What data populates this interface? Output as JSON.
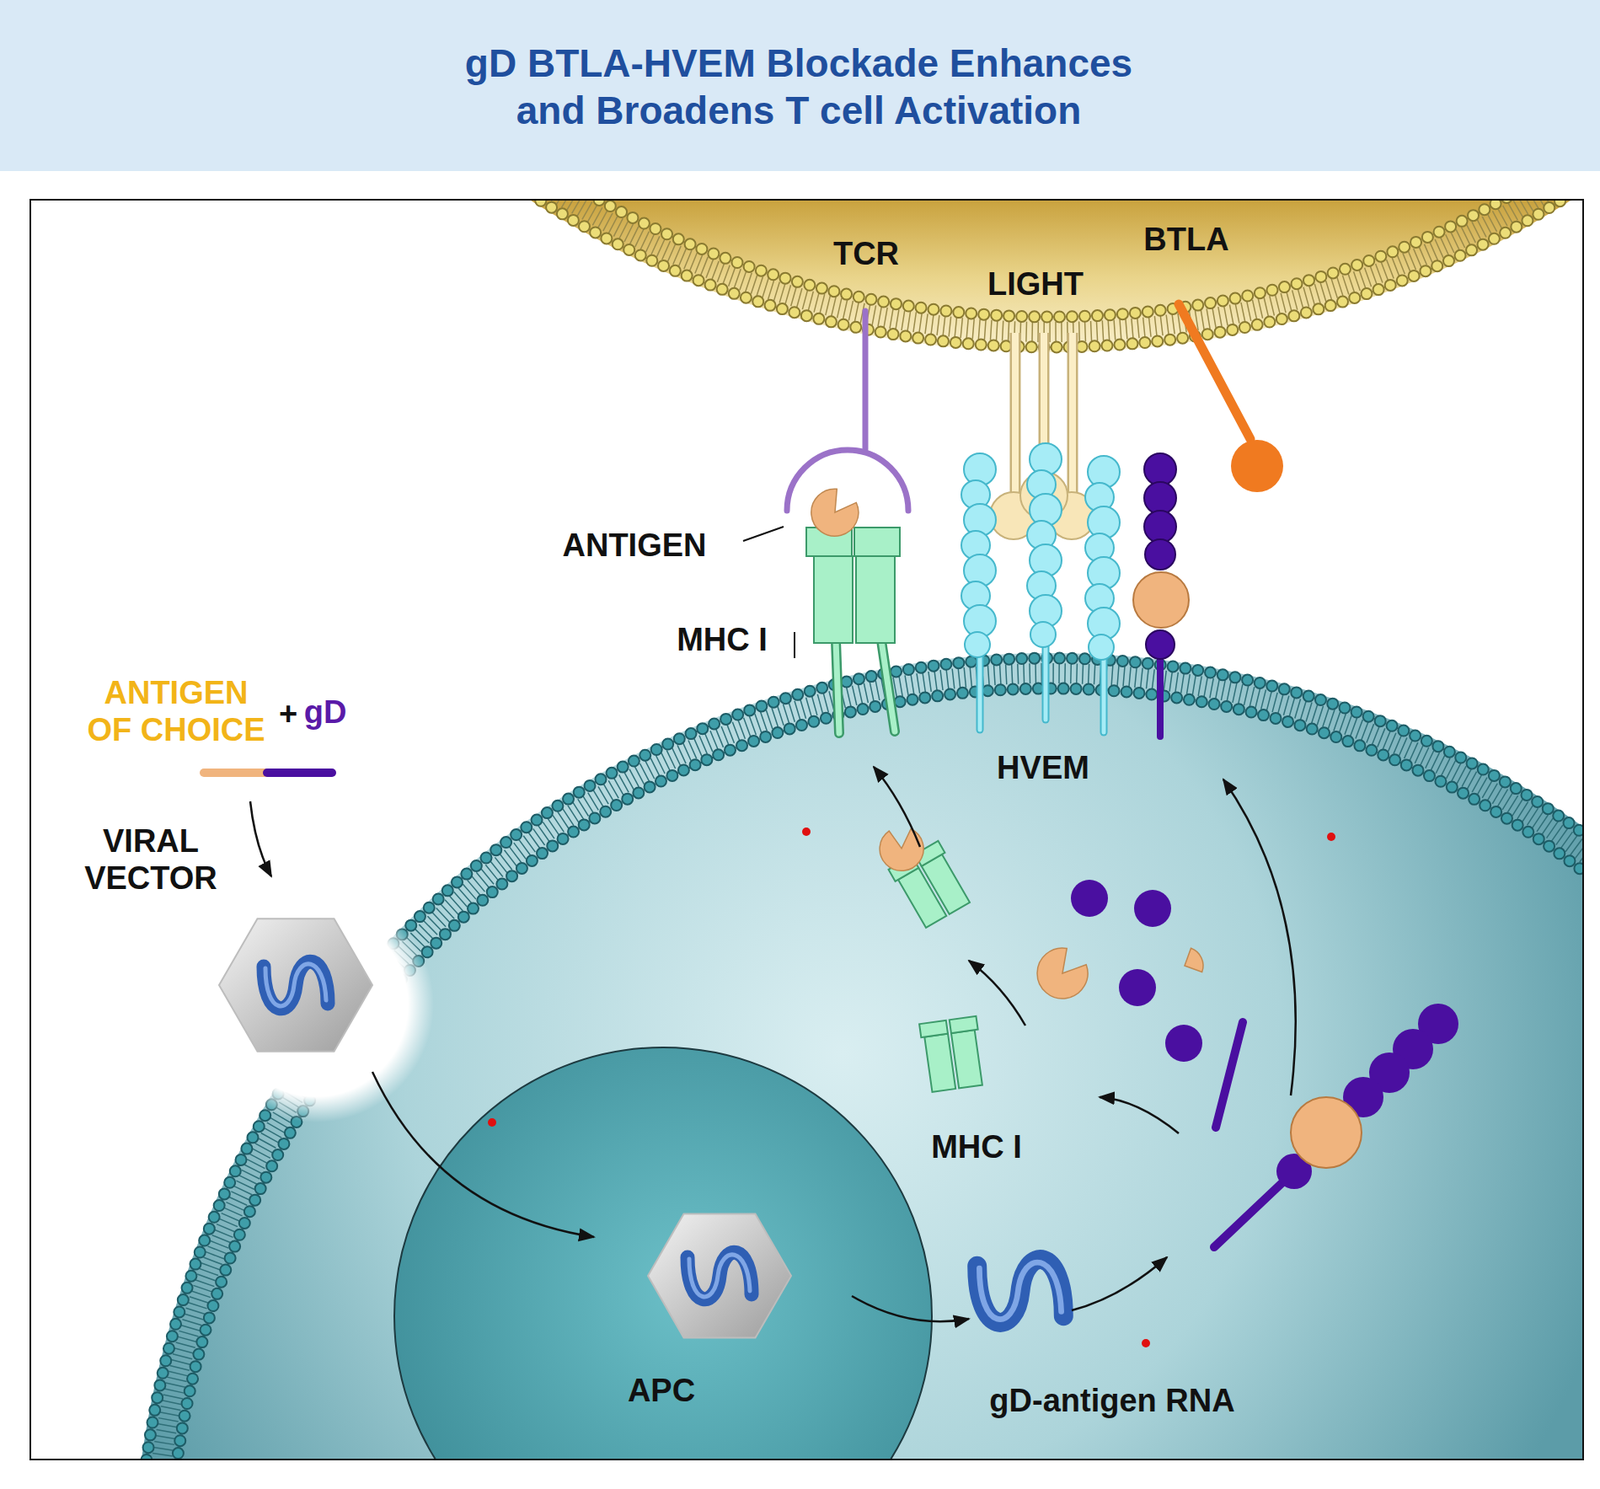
{
  "diagram": {
    "title": "gD BTLA-HVEM Blockade Enhances and Broadens T cell Activation",
    "labels": [
      "TCR",
      "LIGHT",
      "BTLA",
      "ANTIGEN",
      "MHC I",
      "ANTIGEN OF CHOICE",
      "+",
      "gD",
      "HVEM",
      "VIRAL VECTOR",
      "MHC I",
      "APC",
      "gD-antigen RNA"
    ]
  }
}
